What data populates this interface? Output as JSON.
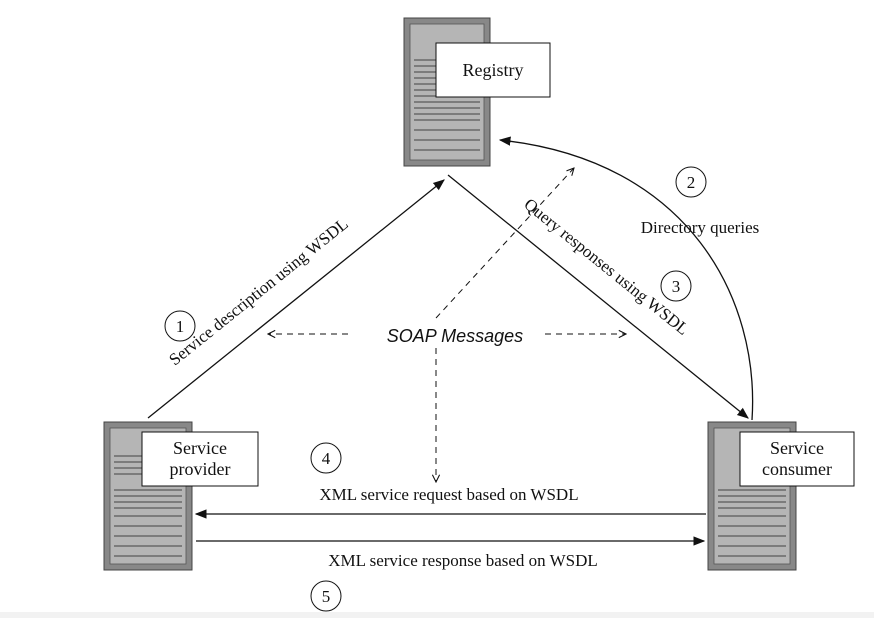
{
  "nodes": {
    "registry": {
      "label": "Registry"
    },
    "provider": {
      "line1": "Service",
      "line2": "provider"
    },
    "consumer": {
      "line1": "Service",
      "line2": "consumer"
    }
  },
  "edges": {
    "publish": "Service description using WSDL",
    "query": "Directory queries",
    "response": "Query responses using WSDL",
    "request": "XML service request based on WSDL",
    "reply": "XML service response based on WSDL"
  },
  "steps": [
    "1",
    "2",
    "3",
    "4",
    "5"
  ],
  "soap_label": "SOAP Messages"
}
